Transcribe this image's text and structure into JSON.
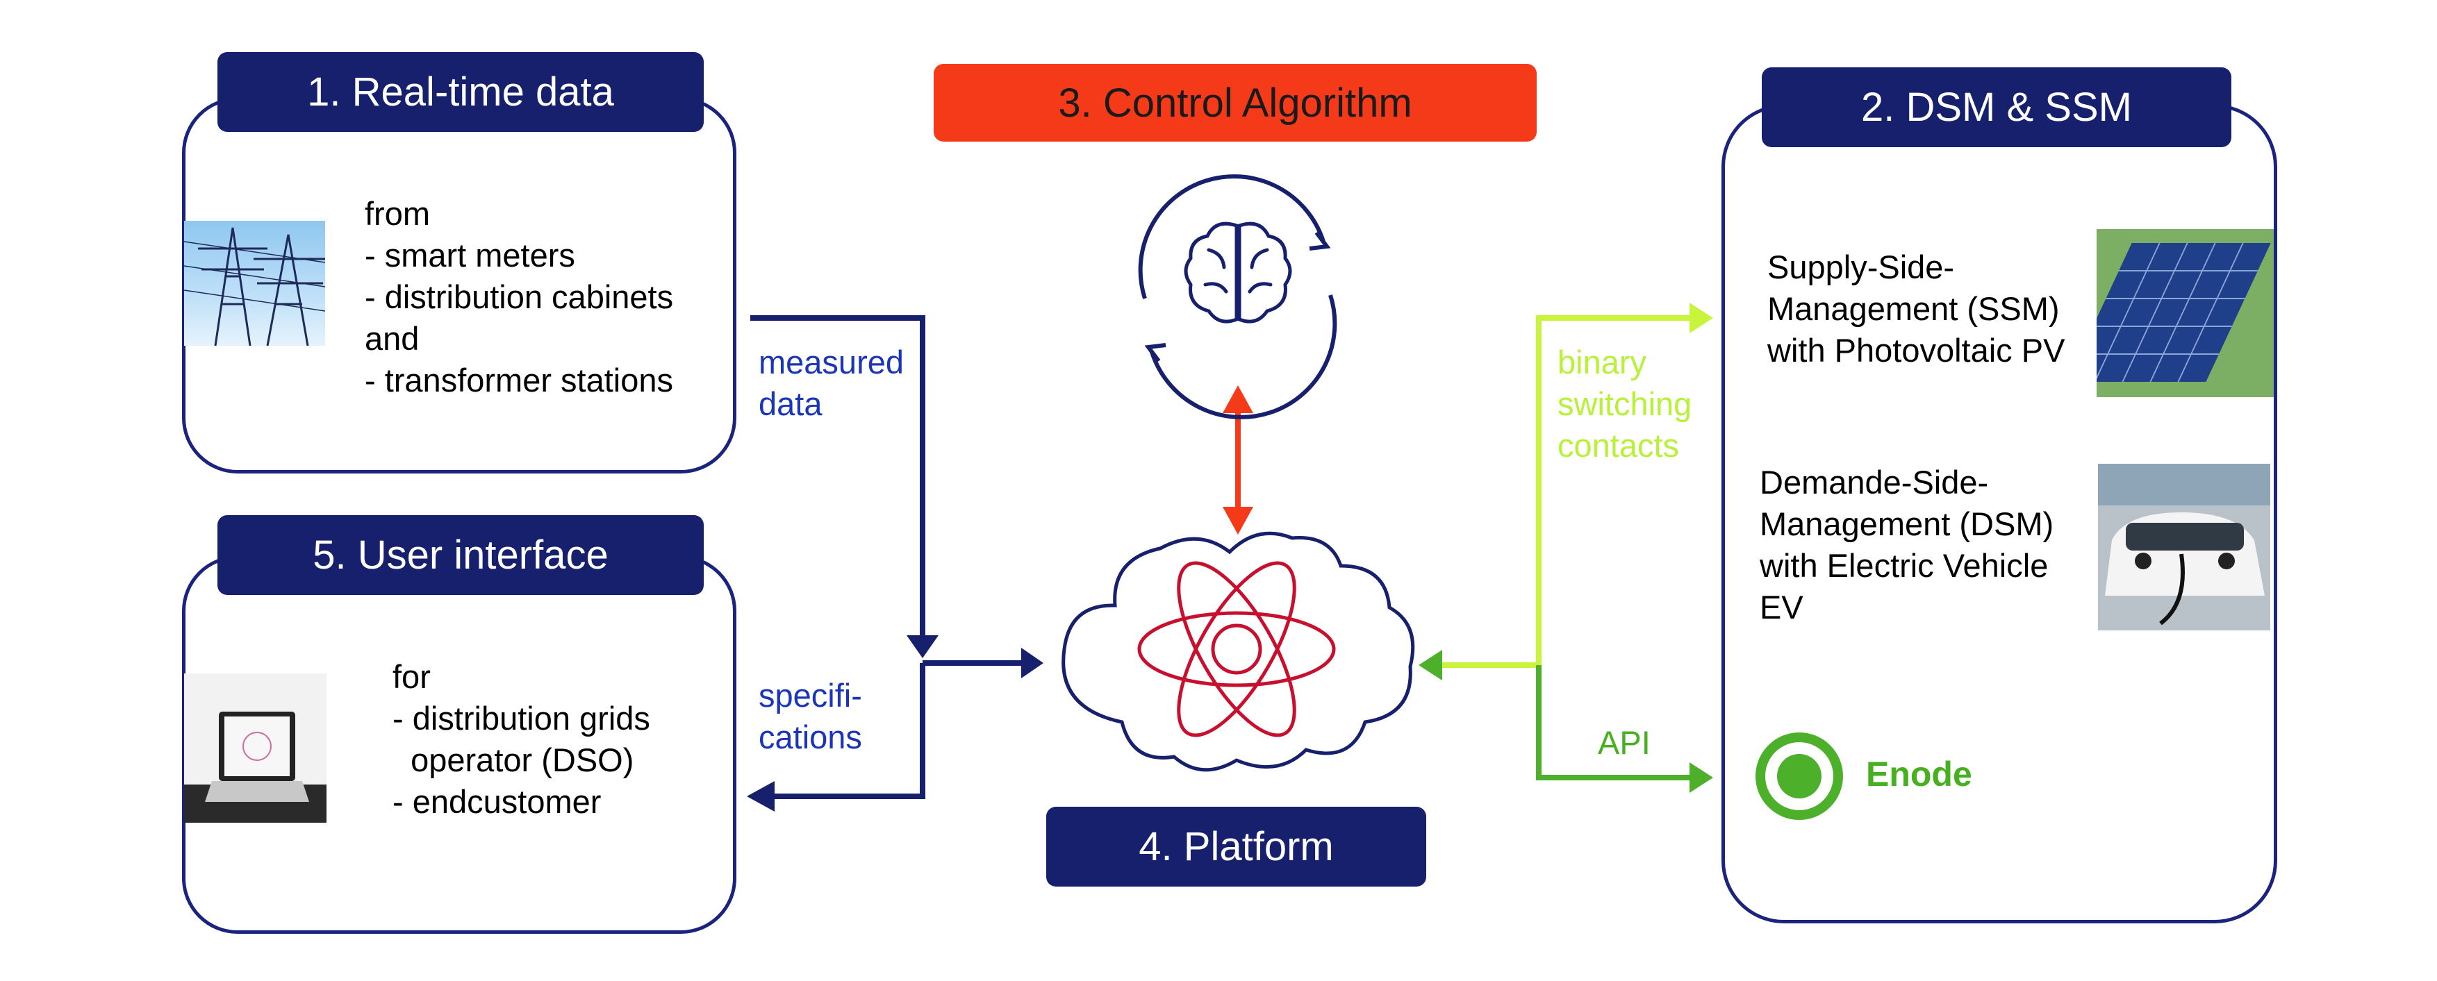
{
  "real_time": {
    "title": "1. Real-time data",
    "lines": [
      "from",
      "- smart meters",
      "- distribution cabinets",
      "and",
      "- transformer stations"
    ]
  },
  "dsm_ssm": {
    "title": "2. DSM & SSM",
    "ssm_lines": [
      "Supply-Side-",
      "Management (SSM)",
      "with Photovoltaic PV"
    ],
    "dsm_lines": [
      "Demande-Side-",
      "Management (DSM)",
      "with Electric Vehicle",
      "EV"
    ],
    "enode_label": "Enode"
  },
  "control": {
    "title": "3. Control Algorithm"
  },
  "platform": {
    "title": "4. Platform"
  },
  "user_interface": {
    "title": "5. User interface",
    "lines": [
      "for",
      "- distribution grids",
      "  operator (DSO)",
      "- endcustomer"
    ]
  },
  "connections": {
    "measured_data": [
      "measured",
      "data"
    ],
    "specifications": [
      "specifi-",
      "cations"
    ],
    "binary_switching": [
      "binary",
      "switching",
      "contacts"
    ],
    "api": "API"
  },
  "colors": {
    "navy": "#17206d",
    "red": "#f53a1a",
    "lime": "#c8f53c",
    "green": "#4cb02a",
    "label_blue": "#1a35b8"
  },
  "icons": [
    "transmission-tower-photo",
    "laptop-photo",
    "brain-icon",
    "cycle-arrows-icon",
    "cloud-icon",
    "atom-icon",
    "solar-panel-photo",
    "electric-vehicle-photo",
    "enode-logo-icon"
  ]
}
